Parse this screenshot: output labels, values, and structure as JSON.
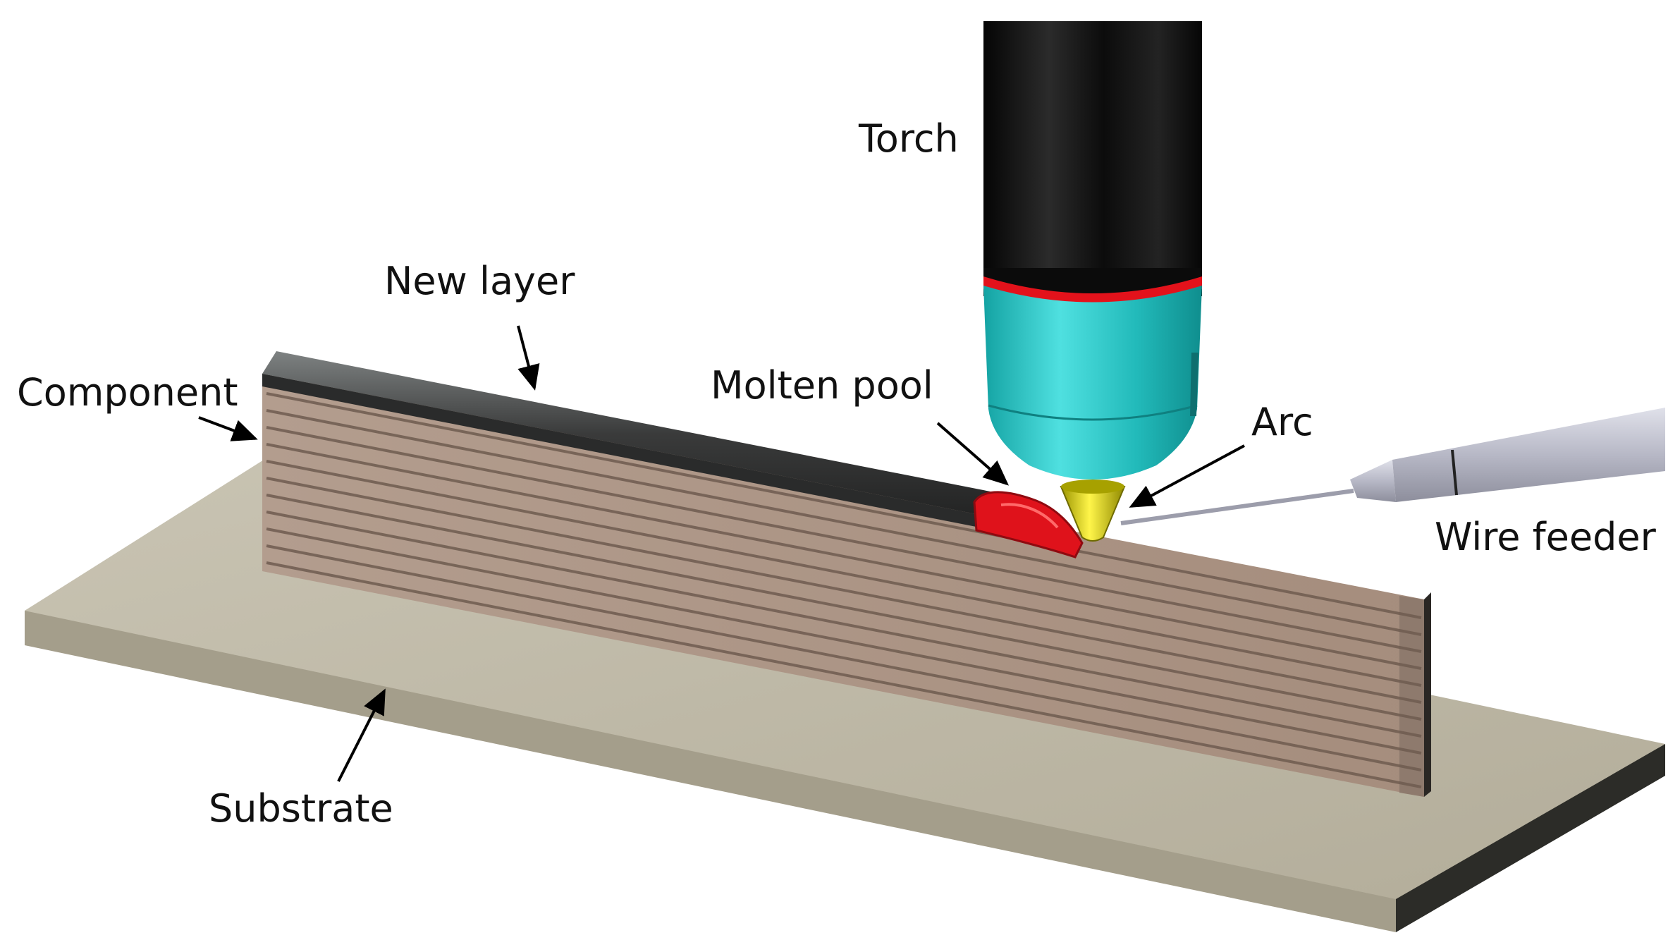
{
  "labels": {
    "torch": "Torch",
    "new_layer": "New layer",
    "component": "Component",
    "molten_pool": "Molten pool",
    "arc": "Arc",
    "wire_feeder": "Wire feeder",
    "substrate": "Substrate"
  },
  "colors": {
    "substrate_top": "#bdb7a4",
    "substrate_front": "#a8a290",
    "substrate_side": "#2a2a26",
    "component_face": "#ad9687",
    "layer_line": "#6d5a4e",
    "new_layer": "#3c3d3d",
    "torch_body": "#111111",
    "torch_ring": "#e3121b",
    "nozzle": "#2fc4c4",
    "arc": "#d8d000",
    "molten_pool": "#e0121b",
    "wire_feeder": "#b6b7c5"
  }
}
